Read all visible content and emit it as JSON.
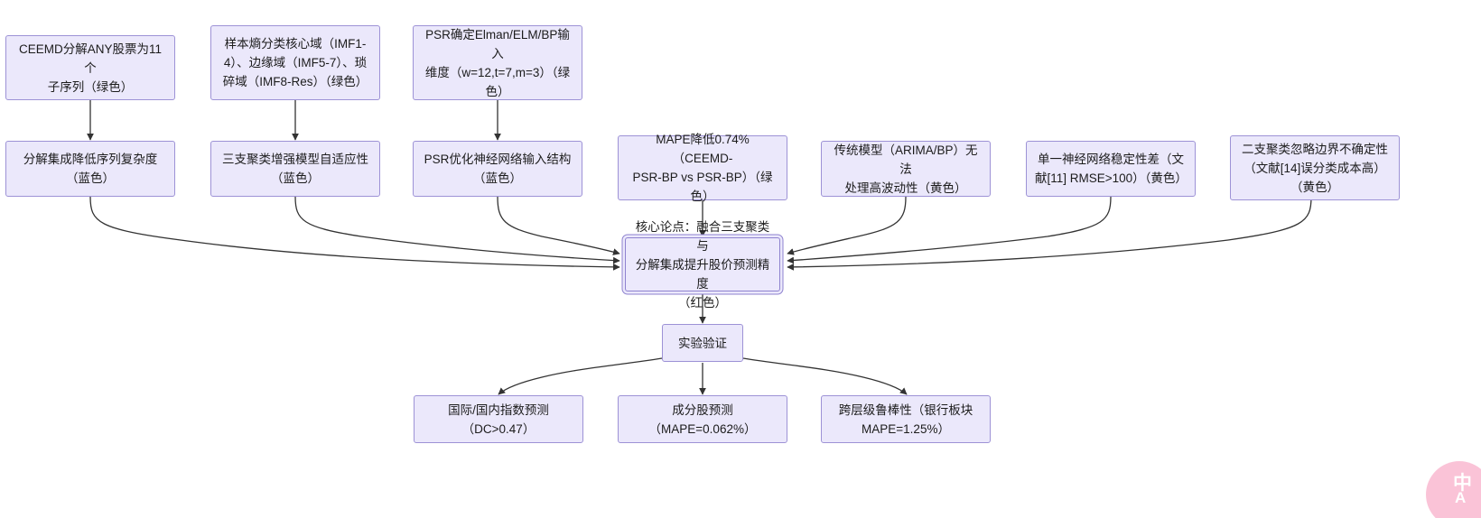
{
  "diagram": {
    "type": "flowchart",
    "direction": "bottom-up-convergent",
    "background": "#ffffff",
    "node_fill": "#ebe8fb",
    "node_border": "#9d92d6",
    "edge_color": "#333333",
    "core_node_border": "#8e82cf"
  },
  "nodes": {
    "top_row": [
      {
        "id": "n-ceemd",
        "label": "CEEMD分解ANY股票为11个\n子序列（绿色）"
      },
      {
        "id": "n-sample-entropy",
        "label": "样本熵分类核心域（IMF1-\n4）、边缘域（IMF5-7）、琐\n碎域（IMF8-Res）（绿色）"
      },
      {
        "id": "n-psr-dim",
        "label": "PSR确定Elman/ELM/BP输入\n维度（w=12,t=7,m=3）（绿\n色）"
      }
    ],
    "middle_row": [
      {
        "id": "n-decomp-complexity",
        "label": "分解集成降低序列复杂度\n（蓝色）"
      },
      {
        "id": "n-three-way-adaptive",
        "label": "三支聚类增强模型自适应性\n（蓝色）"
      },
      {
        "id": "n-psr-structure",
        "label": "PSR优化神经网络输入结构\n（蓝色）"
      },
      {
        "id": "n-mape-drop",
        "label": "MAPE降低0.74%（CEEMD-\nPSR-BP vs PSR-BP）（绿\n色）"
      },
      {
        "id": "n-traditional-model",
        "label": "传统模型（ARIMA/BP）无法\n处理高波动性（黄色）"
      },
      {
        "id": "n-single-nn",
        "label": "单一神经网络稳定性差（文\n献[11] RMSE>100）（黄色）"
      },
      {
        "id": "n-two-way-cluster",
        "label": "二支聚类忽略边界不确定性\n（文献[14]误分类成本高）\n（黄色）"
      }
    ],
    "core": {
      "id": "n-core-claim",
      "label": "核心论点：融合三支聚类与\n分解集成提升股价预测精度\n（红色）"
    },
    "validation": {
      "id": "n-experiment",
      "label": "实验验证"
    },
    "bottom_row": [
      {
        "id": "n-index-forecast",
        "label": "国际/国内指数预测\n（DC>0.47）"
      },
      {
        "id": "n-constituent-forecast",
        "label": "成分股预测\n（MAPE=0.062%）"
      },
      {
        "id": "n-cross-level-robust",
        "label": "跨层级鲁棒性（银行板块\nMAPE=1.25%）"
      }
    ]
  },
  "watermark": {
    "text": "中",
    "subtext": "A",
    "color": "#f7a0c0"
  }
}
